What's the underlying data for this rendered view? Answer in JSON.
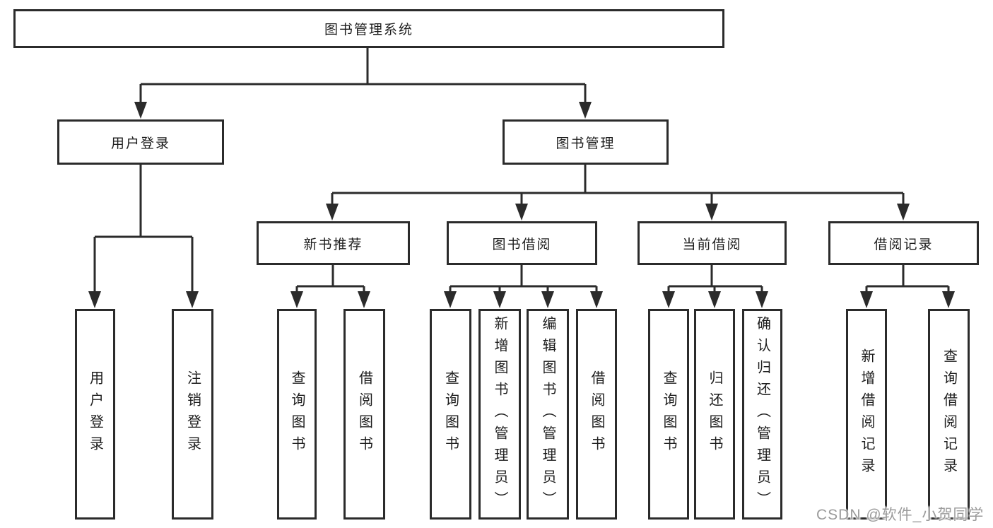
{
  "diagram": {
    "root": "图书管理系统",
    "branches": [
      {
        "label": "用户登录",
        "leaves": [
          "用户登录",
          "注销登录"
        ]
      },
      {
        "label": "图书管理",
        "groups": [
          {
            "label": "新书推荐",
            "leaves": [
              "查询图书",
              "借阅图书"
            ]
          },
          {
            "label": "图书借阅",
            "leaves": [
              "查询图书",
              "新增图书（管理员）",
              "编辑图书（管理员）",
              "借阅图书"
            ]
          },
          {
            "label": "当前借阅",
            "leaves": [
              "查询图书",
              "归还图书",
              "确认归还（管理员）"
            ]
          },
          {
            "label": "借阅记录",
            "leaves": [
              "新增借阅记录",
              "查询借阅记录"
            ]
          }
        ]
      }
    ]
  },
  "watermark": {
    "text": "CSDN @软件_小贺同学",
    "color": "#9b9b9b"
  },
  "colors": {
    "line": "#2b2b2b",
    "text": "#1d1d1d",
    "background": "#ffffff"
  }
}
